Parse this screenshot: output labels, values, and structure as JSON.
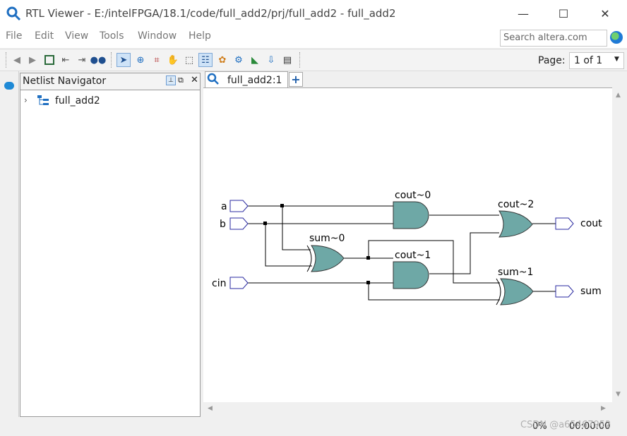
{
  "window": {
    "title": "RTL Viewer - E:/intelFPGA/18.1/code/full_add2/prj/full_add2 - full_add2",
    "minimize": "—",
    "maximize": "☐",
    "close": "✕"
  },
  "menu": {
    "items": [
      "File",
      "Edit",
      "View",
      "Tools",
      "Window",
      "Help"
    ],
    "search_placeholder": "Search altera.com"
  },
  "toolbar": {
    "page_label": "Page:",
    "page_value": "1 of 1"
  },
  "navigator": {
    "title": "Netlist Navigator",
    "tree": [
      {
        "label": "full_add2",
        "expander": "›"
      }
    ]
  },
  "tabs": [
    {
      "label": "full_add2:1"
    }
  ],
  "tab_add": "+",
  "schematic": {
    "inputs": [
      "a",
      "b",
      "cin"
    ],
    "outputs": [
      "cout",
      "sum"
    ],
    "gates": {
      "cout0": "cout~0",
      "cout1": "cout~1",
      "cout2": "cout~2",
      "sum0": "sum~0",
      "sum1": "sum~1"
    },
    "gate_fill": "#6ea8a6",
    "wire_color": "#000000",
    "port_color": "#2a2aa0"
  },
  "status": {
    "progress": "0%",
    "elapsed": "00:00:00"
  },
  "watermark": "CSDN @a65467952"
}
